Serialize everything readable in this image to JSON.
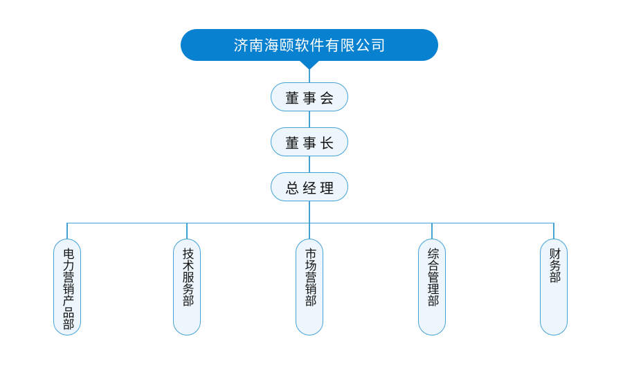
{
  "org_chart": {
    "root": {
      "label": "济南海颐软件有限公司"
    },
    "chain": [
      {
        "label": "董事会"
      },
      {
        "label": "董事长"
      },
      {
        "label": "总经理"
      }
    ],
    "departments": [
      {
        "label": "电力营销产品部"
      },
      {
        "label": "技术服务部"
      },
      {
        "label": "市场营销部"
      },
      {
        "label": "综合管理部"
      },
      {
        "label": "财务部"
      }
    ]
  },
  "colors": {
    "background": "#ffffff",
    "root_fill": "#0881d0",
    "root_text": "#ffffff",
    "node_fill": "#edf6fc",
    "node_border": "#44a1d6",
    "connector": "#44a1d6",
    "node_text": "#111111"
  }
}
